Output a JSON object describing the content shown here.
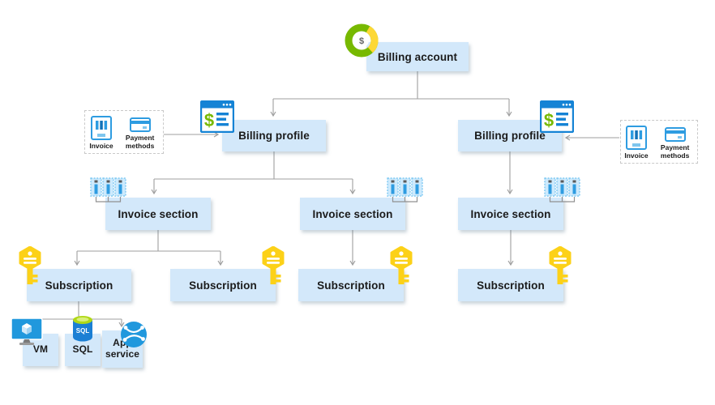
{
  "diagram": {
    "billing_account": {
      "label": "Billing account",
      "icon": "dollar-donut-icon"
    },
    "billing_profiles": [
      {
        "label": "Billing profile",
        "icon": "billing-window-icon"
      },
      {
        "label": "Billing profile",
        "icon": "billing-window-icon"
      }
    ],
    "payment_groups": [
      {
        "invoice_label": "Invoice",
        "payment_methods_label": "Payment methods"
      },
      {
        "invoice_label": "Invoice",
        "payment_methods_label": "Payment methods"
      }
    ],
    "invoice_sections": [
      {
        "label": "Invoice section",
        "icon": "invoice-stack-icon"
      },
      {
        "label": "Invoice section",
        "icon": "invoice-stack-icon"
      },
      {
        "label": "Invoice section",
        "icon": "invoice-stack-icon"
      }
    ],
    "subscriptions": [
      {
        "label": "Subscription",
        "icon": "key-icon"
      },
      {
        "label": "Subscription",
        "icon": "key-icon"
      },
      {
        "label": "Subscription",
        "icon": "key-icon"
      },
      {
        "label": "Subscription",
        "icon": "key-icon"
      }
    ],
    "resources": [
      {
        "label": "VM",
        "icon": "virtual-machine-icon"
      },
      {
        "label": "SQL",
        "icon": "sql-database-icon"
      },
      {
        "label": "App service",
        "icon": "app-service-globe-icon"
      }
    ],
    "dollar_sign": "$",
    "sql_icon_text": "SQL"
  },
  "colors": {
    "node_fill": "#d3e8fa",
    "node_text": "#1b1b1b",
    "connector_gray": "#9f9f9f",
    "icon_blue": "#1583d5",
    "icon_light_blue": "#7fc6ee",
    "key_yellow": "#fcd118",
    "donut_green": "#77b900",
    "donut_yellow": "#fdd835",
    "sql_green": "#b0d816",
    "dollar_green": "#76b900"
  }
}
